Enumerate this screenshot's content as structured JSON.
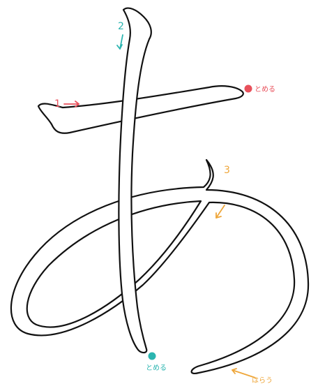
{
  "labels": {
    "stroke_1_number": "1",
    "stroke_2_number": "2",
    "stroke_3_number": "3",
    "tome_right": "とめる",
    "tome_bottom": "とめる",
    "harau": "はらう"
  },
  "colors": {
    "stroke_1": "#e8505b",
    "stroke_2": "#2bb5b0",
    "stroke_3": "#eea63a",
    "outline": "#111111",
    "background": "#ffffff"
  },
  "icons": {
    "stroke_1_arrow": "arrow-right-icon",
    "stroke_2_arrow": "arrow-down-icon",
    "stroke_3_arrow": "arrow-down-left-icon",
    "harau_arrow": "arrow-left-icon",
    "tome_right_dot": "red-dot-icon",
    "tome_bottom_dot": "teal-dot-icon"
  }
}
